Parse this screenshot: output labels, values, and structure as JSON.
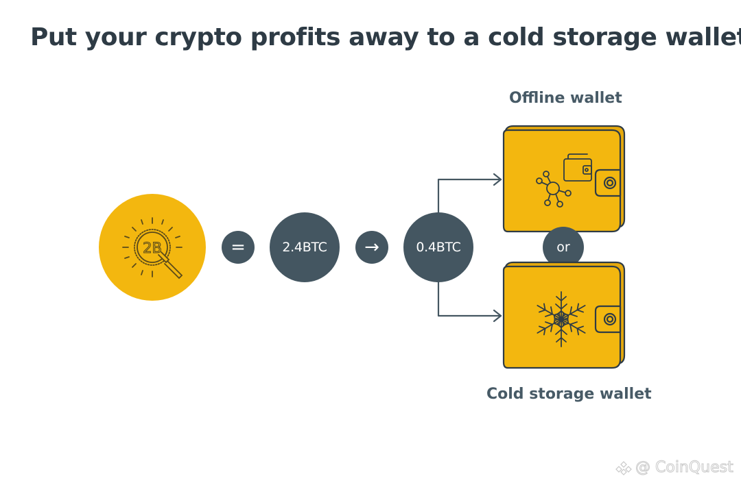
{
  "title": "Put your crypto profits away to a cold storage wallet",
  "coin": {
    "icon": "bitcoin-magnifier-icon",
    "label": "2B",
    "fill_color": "#F3B70F"
  },
  "flow": {
    "equals_symbol": "=",
    "total_amount": "2.4BTC",
    "arrow_symbol": "→",
    "profit_amount": "0.4BTC",
    "node_color": "#445661"
  },
  "wallets": {
    "offline": {
      "label": "Offline wallet",
      "icon": "network-wallet-icon"
    },
    "separator": "or",
    "cold": {
      "label": "Cold storage wallet",
      "icon": "snowflake-icon"
    },
    "fill_color": "#F3B70F",
    "outline_color": "#2E3B45"
  },
  "watermark": {
    "text": "@ CoinQuest",
    "icon": "coinquest-logo-icon"
  }
}
